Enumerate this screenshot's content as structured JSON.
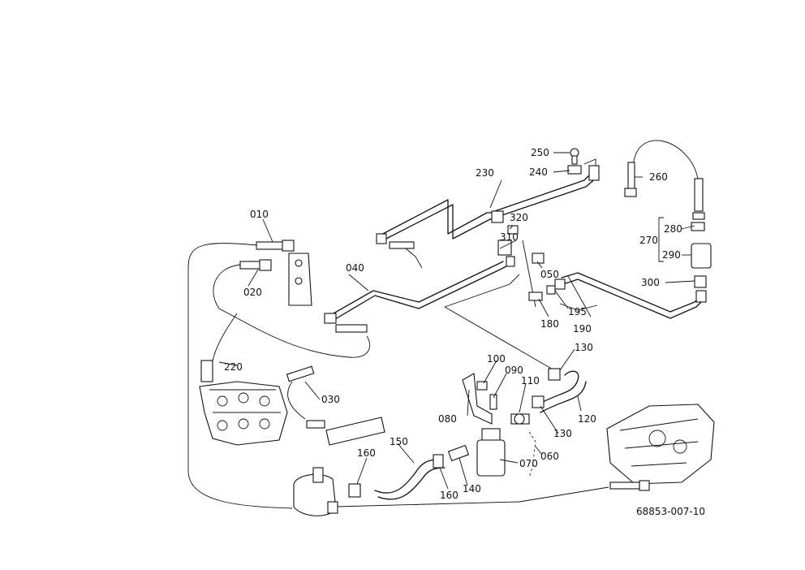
{
  "diagram": {
    "drawing_number": "68853-007-10",
    "labels": {
      "p010": "010",
      "p020": "020",
      "p030": "030",
      "p040": "040",
      "p050": "050",
      "p060": "060",
      "p070": "070",
      "p080": "080",
      "p090": "090",
      "p100": "100",
      "p110": "110",
      "p120": "120",
      "p130a": "130",
      "p130b": "130",
      "p140": "140",
      "p150": "150",
      "p160a": "160",
      "p160b": "160",
      "p180": "180",
      "p190": "190",
      "p195": "195",
      "p220": "220",
      "p230": "230",
      "p240": "240",
      "p250": "250",
      "p260": "260",
      "p270": "270",
      "p280": "280",
      "p290": "290",
      "p300": "300",
      "p310": "310",
      "p320": "320"
    }
  }
}
